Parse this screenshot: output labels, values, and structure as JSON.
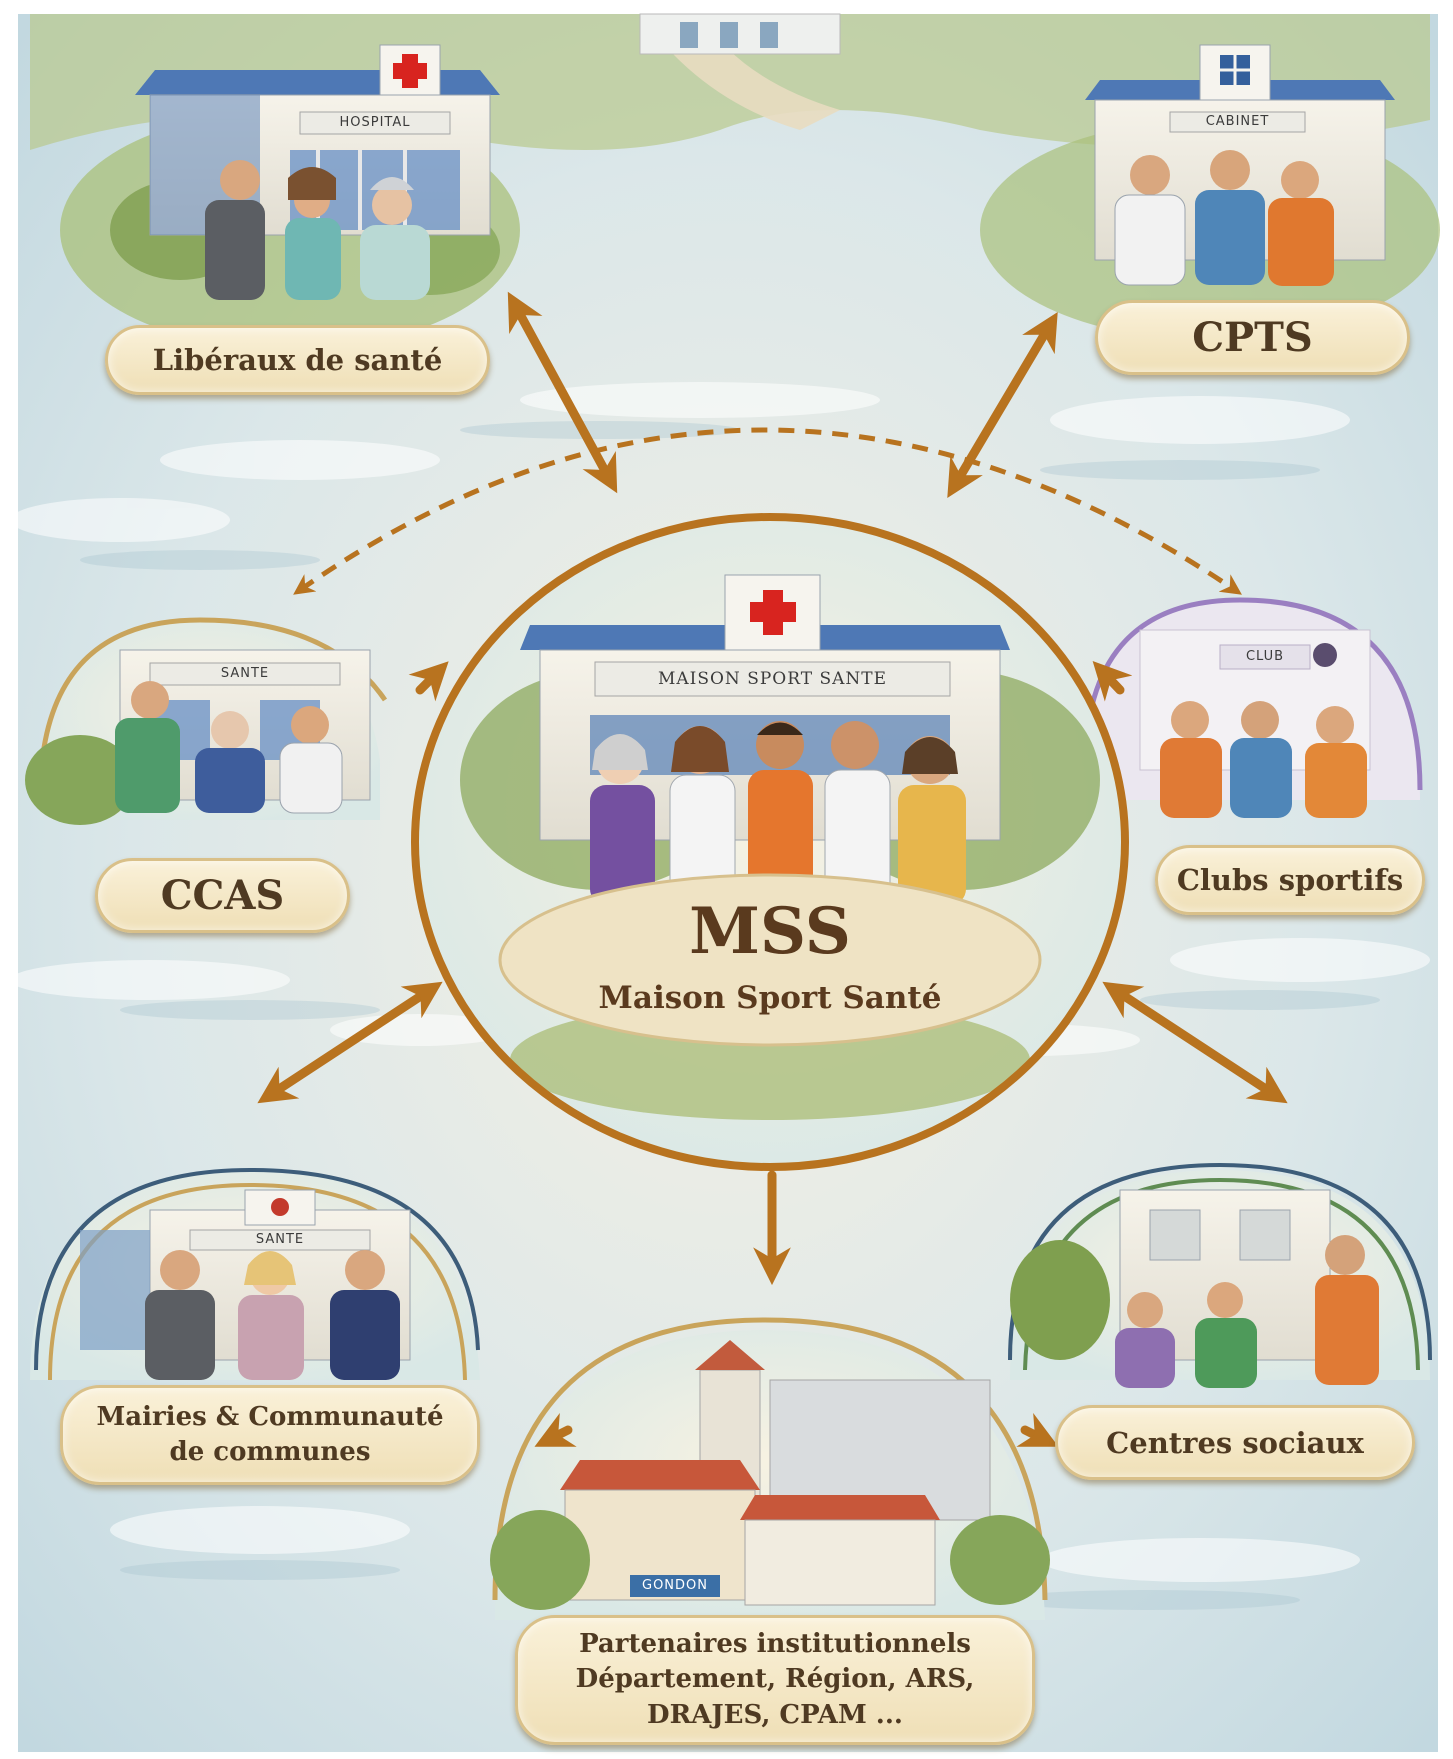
{
  "center": {
    "acronym": "MSS",
    "name": "Maison Sport Santé",
    "building_sign": "MAISON SPORT SANTE"
  },
  "partners": {
    "liberaux": "Libéraux de santé",
    "cpts": "CPTS",
    "ccas": "CCAS",
    "clubs": "Clubs sportifs",
    "mairies_line1": "Mairies & Communauté",
    "mairies_line2": "de communes",
    "centres": "Centres sociaux",
    "institutionnels_line1": "Partenaires institutionnels",
    "institutionnels_line2": "Département, Région, ARS,",
    "institutionnels_line3": "DRAJES, CPAM ..."
  },
  "signs": {
    "hospital": "HOSPITAL",
    "cpts_building": "CABINET",
    "ccas_building": "SANTE",
    "clubs_building": "CLUB",
    "mairie_building": "SANTE",
    "institution_plate": "GONDON"
  },
  "colors": {
    "arrow": "#b8731f",
    "label_text": "#4f3a22",
    "label_bg": "#f3e6c4",
    "sky_blue": "#cfe3ea",
    "foliage": "#8fa95a"
  }
}
